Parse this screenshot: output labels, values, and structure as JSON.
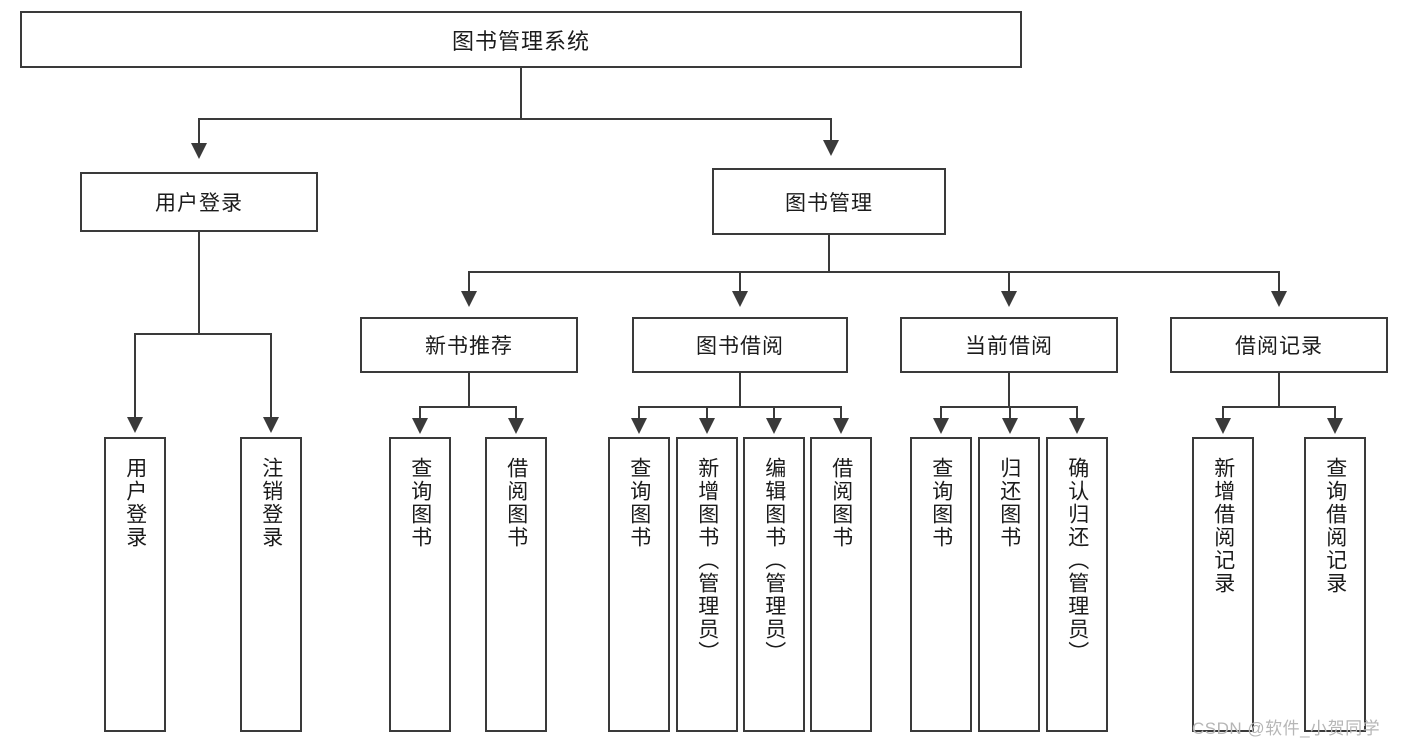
{
  "diagram": {
    "type": "tree",
    "title": "图书管理系统",
    "root": {
      "label": "图书管理系统"
    },
    "level1": [
      {
        "label": "用户登录"
      },
      {
        "label": "图书管理"
      }
    ],
    "level2": [
      {
        "label": "新书推荐"
      },
      {
        "label": "图书借阅"
      },
      {
        "label": "当前借阅"
      },
      {
        "label": "借阅记录"
      }
    ],
    "leaves": {
      "user_login": [
        {
          "label": "用户登录"
        },
        {
          "label": "注销登录"
        }
      ],
      "new_book_recommend": [
        {
          "label": "查询图书"
        },
        {
          "label": "借阅图书"
        }
      ],
      "book_borrow": [
        {
          "label": "查询图书"
        },
        {
          "label": "新增图书（管理员）"
        },
        {
          "label": "编辑图书（管理员）"
        },
        {
          "label": "借阅图书"
        }
      ],
      "current_borrow": [
        {
          "label": "查询图书"
        },
        {
          "label": "归还图书"
        },
        {
          "label": "确认归还（管理员）"
        }
      ],
      "borrow_record": [
        {
          "label": "新增借阅记录"
        },
        {
          "label": "查询借阅记录"
        }
      ]
    }
  },
  "watermark": {
    "text": "CSDN @软件_小贺同学"
  },
  "colors": {
    "stroke": "#3a3a3a",
    "background": "#ffffff",
    "text": "#1b1b1b",
    "watermark": "#b6b6b6"
  }
}
